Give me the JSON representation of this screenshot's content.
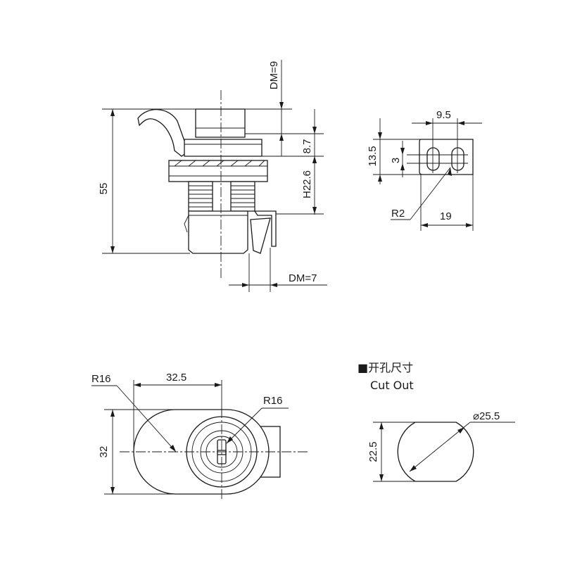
{
  "side_view": {
    "dm_top": "DM=9",
    "height_total": "55",
    "dim_87": "8.7",
    "dim_h226": "H22.6",
    "dm_bottom": "DM=7"
  },
  "cam_view": {
    "width_95": "9.5",
    "height_135": "13.5",
    "slot_3": "3",
    "radius_r2": "R2",
    "width_19": "19"
  },
  "front_view": {
    "radius_left": "R16",
    "width_325": "32.5",
    "radius_right": "R16",
    "height_32": "32"
  },
  "cutout": {
    "title_cn": "■开孔尺寸",
    "title_en": "Cut Out",
    "diameter": "⌀25.5",
    "height_225": "22.5"
  }
}
